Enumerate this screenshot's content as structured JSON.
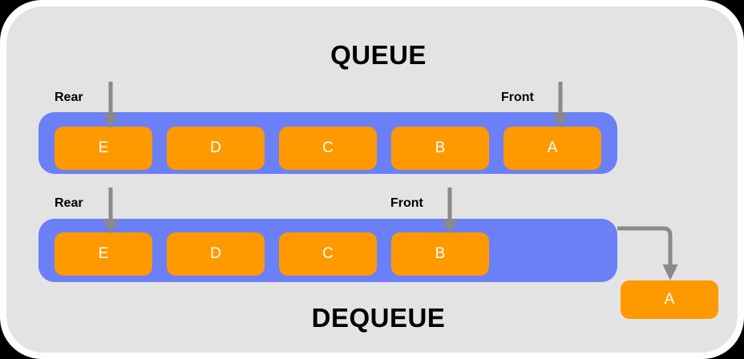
{
  "diagram": {
    "titles": {
      "top": "QUEUE",
      "bottom": "DEQUEUE"
    },
    "colors": {
      "background": "#000000",
      "frame": "#ffffff",
      "card": "#e3e3e3",
      "queue_bar": "#6b7ff7",
      "element": "#ff9900",
      "element_text": "#ffffff",
      "arrow": "#8a8a8a",
      "title_text": "#000000"
    },
    "rows": [
      {
        "name": "queue-row",
        "elements": [
          "E",
          "D",
          "C",
          "B",
          "A"
        ],
        "pointers": [
          {
            "label": "Rear",
            "target": "E"
          },
          {
            "label": "Front",
            "target": "A"
          }
        ]
      },
      {
        "name": "dequeue-row",
        "elements": [
          "E",
          "D",
          "C",
          "B"
        ],
        "pointers": [
          {
            "label": "Rear",
            "target": "E"
          },
          {
            "label": "Front",
            "target": "B"
          }
        ],
        "removed_element": "A"
      }
    ]
  }
}
